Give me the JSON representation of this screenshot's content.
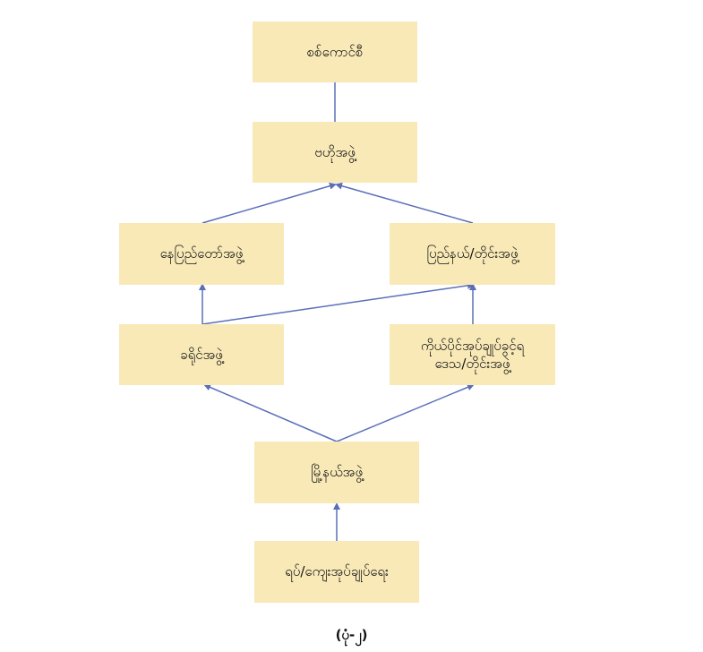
{
  "nodes": {
    "top": "စစ်ကောင်စီ",
    "central": "ဗဟိုအဖွဲ့",
    "naypyitaw": "နေပြည်တော်အဖွဲ့",
    "state_region": "ပြည်နယ်/တိုင်းအဖွဲ့",
    "district": "ခရိုင်အဖွဲ့",
    "self_admin_line1": "ကိုယ်ပိုင်အုပ်ချုပ်ခွင့်ရ",
    "self_admin_line2": "ဒေသ/တိုင်းအဖွဲ့",
    "township": "မြို့နယ်အဖွဲ့",
    "ward_village": "ရပ်/ကျေးအုပ်ချုပ်ရေး"
  },
  "caption": "(ပုံ-၂)",
  "colors": {
    "box_fill": "#f8e9b7",
    "connector": "#5b6fb8"
  }
}
